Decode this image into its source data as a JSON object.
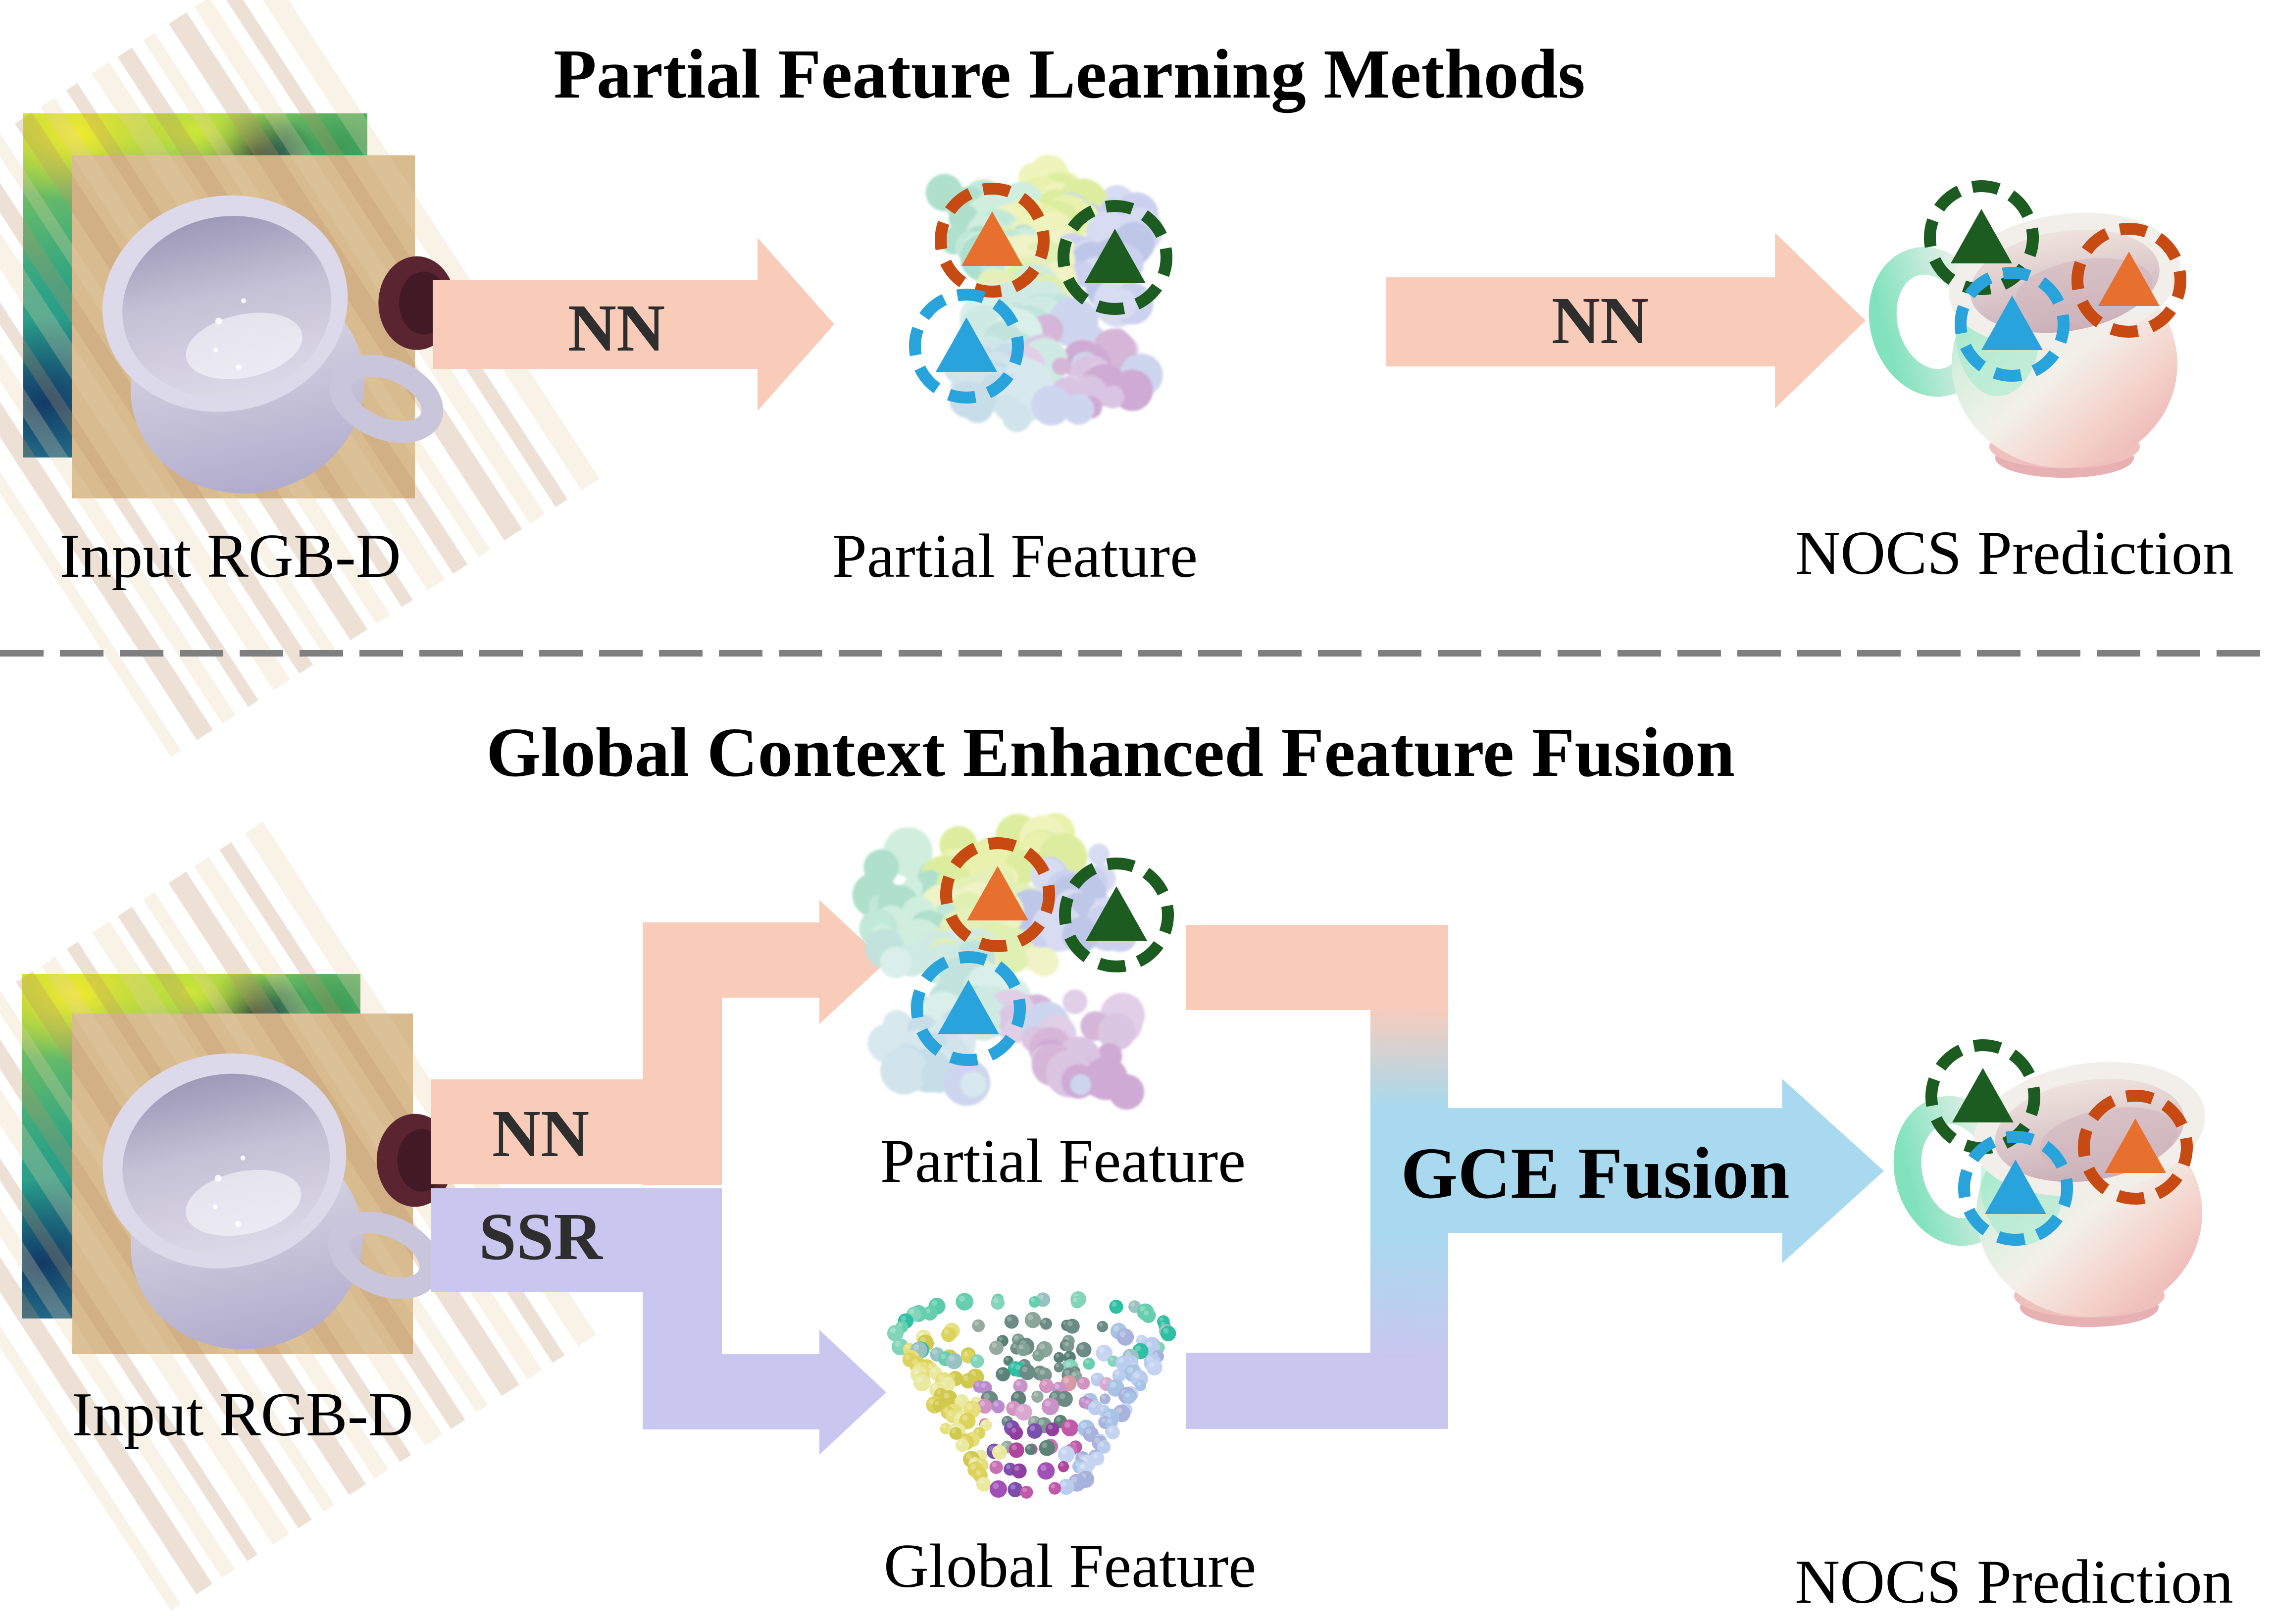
{
  "colors": {
    "background": "#ffffff",
    "arrow_pink": "#f9ccba",
    "arrow_lavender": "#c9c6f0",
    "arrow_blue": "#a8d9ee",
    "divider_gray": "#7f7f7f",
    "title_text": "#000000",
    "label_text": "#000000",
    "arrow_label_text": "#2e2e2e",
    "marker_orange": "#e8702e",
    "marker_orange_ring": "#c64a12",
    "marker_green": "#1d5c21",
    "marker_blue": "#29a3dc"
  },
  "top_section": {
    "title": "Partial Feature Learning Methods",
    "input_label": "Input RGB-D",
    "nn_arrow_label": "NN",
    "partial_feature_label": "Partial Feature",
    "nn_arrow2_label": "NN",
    "nocs_label": "NOCS Prediction"
  },
  "bottom_section": {
    "title": "Global Context Enhanced Feature Fusion",
    "input_label": "Input RGB-D",
    "nn_arrow_label": "NN",
    "ssr_arrow_label": "SSR",
    "partial_feature_label": "Partial Feature",
    "global_feature_label": "Global Feature",
    "fusion_arrow_label": "GCE Fusion",
    "nocs_label": "NOCS Prediction"
  }
}
